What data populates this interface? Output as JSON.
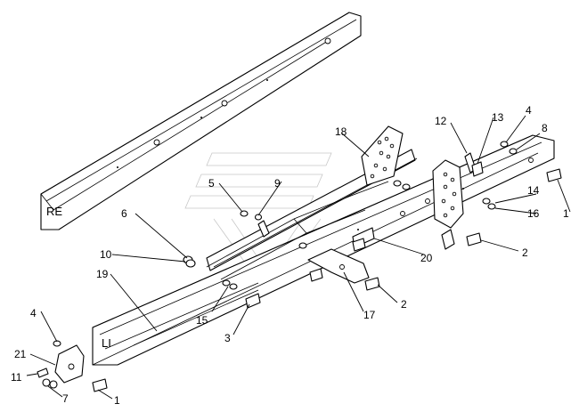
{
  "diagram": {
    "side_labels": {
      "right": "RE",
      "left": "LI"
    },
    "callouts": [
      {
        "id": "c1a",
        "text": "1"
      },
      {
        "id": "c1b",
        "text": "1"
      },
      {
        "id": "c2a",
        "text": "2"
      },
      {
        "id": "c2b",
        "text": "2"
      },
      {
        "id": "c3",
        "text": "3"
      },
      {
        "id": "c4a",
        "text": "4"
      },
      {
        "id": "c4b",
        "text": "4"
      },
      {
        "id": "c5",
        "text": "5"
      },
      {
        "id": "c6",
        "text": "6"
      },
      {
        "id": "c7",
        "text": "7"
      },
      {
        "id": "c8",
        "text": "8"
      },
      {
        "id": "c9",
        "text": "9"
      },
      {
        "id": "c10",
        "text": "10"
      },
      {
        "id": "c11",
        "text": "11"
      },
      {
        "id": "c12",
        "text": "12"
      },
      {
        "id": "c13",
        "text": "13"
      },
      {
        "id": "c14",
        "text": "14"
      },
      {
        "id": "c15",
        "text": "15"
      },
      {
        "id": "c16",
        "text": "16"
      },
      {
        "id": "c17",
        "text": "17"
      },
      {
        "id": "c18",
        "text": "18"
      },
      {
        "id": "c19",
        "text": "19"
      },
      {
        "id": "c20",
        "text": "20"
      },
      {
        "id": "c21",
        "text": "21"
      }
    ]
  }
}
